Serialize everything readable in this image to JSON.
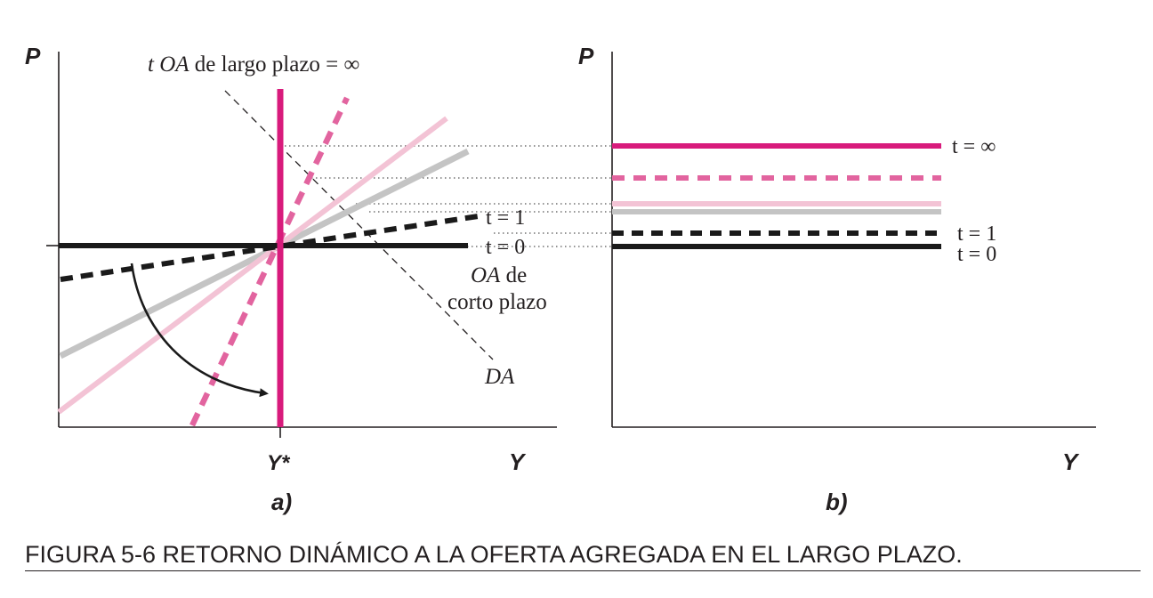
{
  "colors": {
    "axis": "#231f20",
    "magenta": "#d81b7c",
    "pink_dashed": "#e2649f",
    "light_pink": "#f3c3d5",
    "gray": "#c4c4c4",
    "black": "#1a1a1a"
  },
  "panel_a": {
    "y_axis_label": "P",
    "x_axis_label": "Y",
    "ystar_label": "Y*",
    "lras_label_italic": "t OA",
    "lras_label_rest": " de largo plazo = ∞",
    "t1_label": "t = 1",
    "t0_label": "t = 0",
    "sras_line1_italic": "OA",
    "sras_line1_rest": " de",
    "sras_line2": "corto plazo",
    "ad_label": "DA",
    "panel_label": "a)"
  },
  "panel_b": {
    "y_axis_label": "P",
    "x_axis_label": "Y",
    "tinf_label": "t = ∞",
    "t1_label": "t = 1",
    "t0_label": "t = 0",
    "panel_label": "b)"
  },
  "caption": "FIGURA 5-6   RETORNO DINÁMICO A LA OFERTA AGREGADA EN EL LARGO PLAZO."
}
